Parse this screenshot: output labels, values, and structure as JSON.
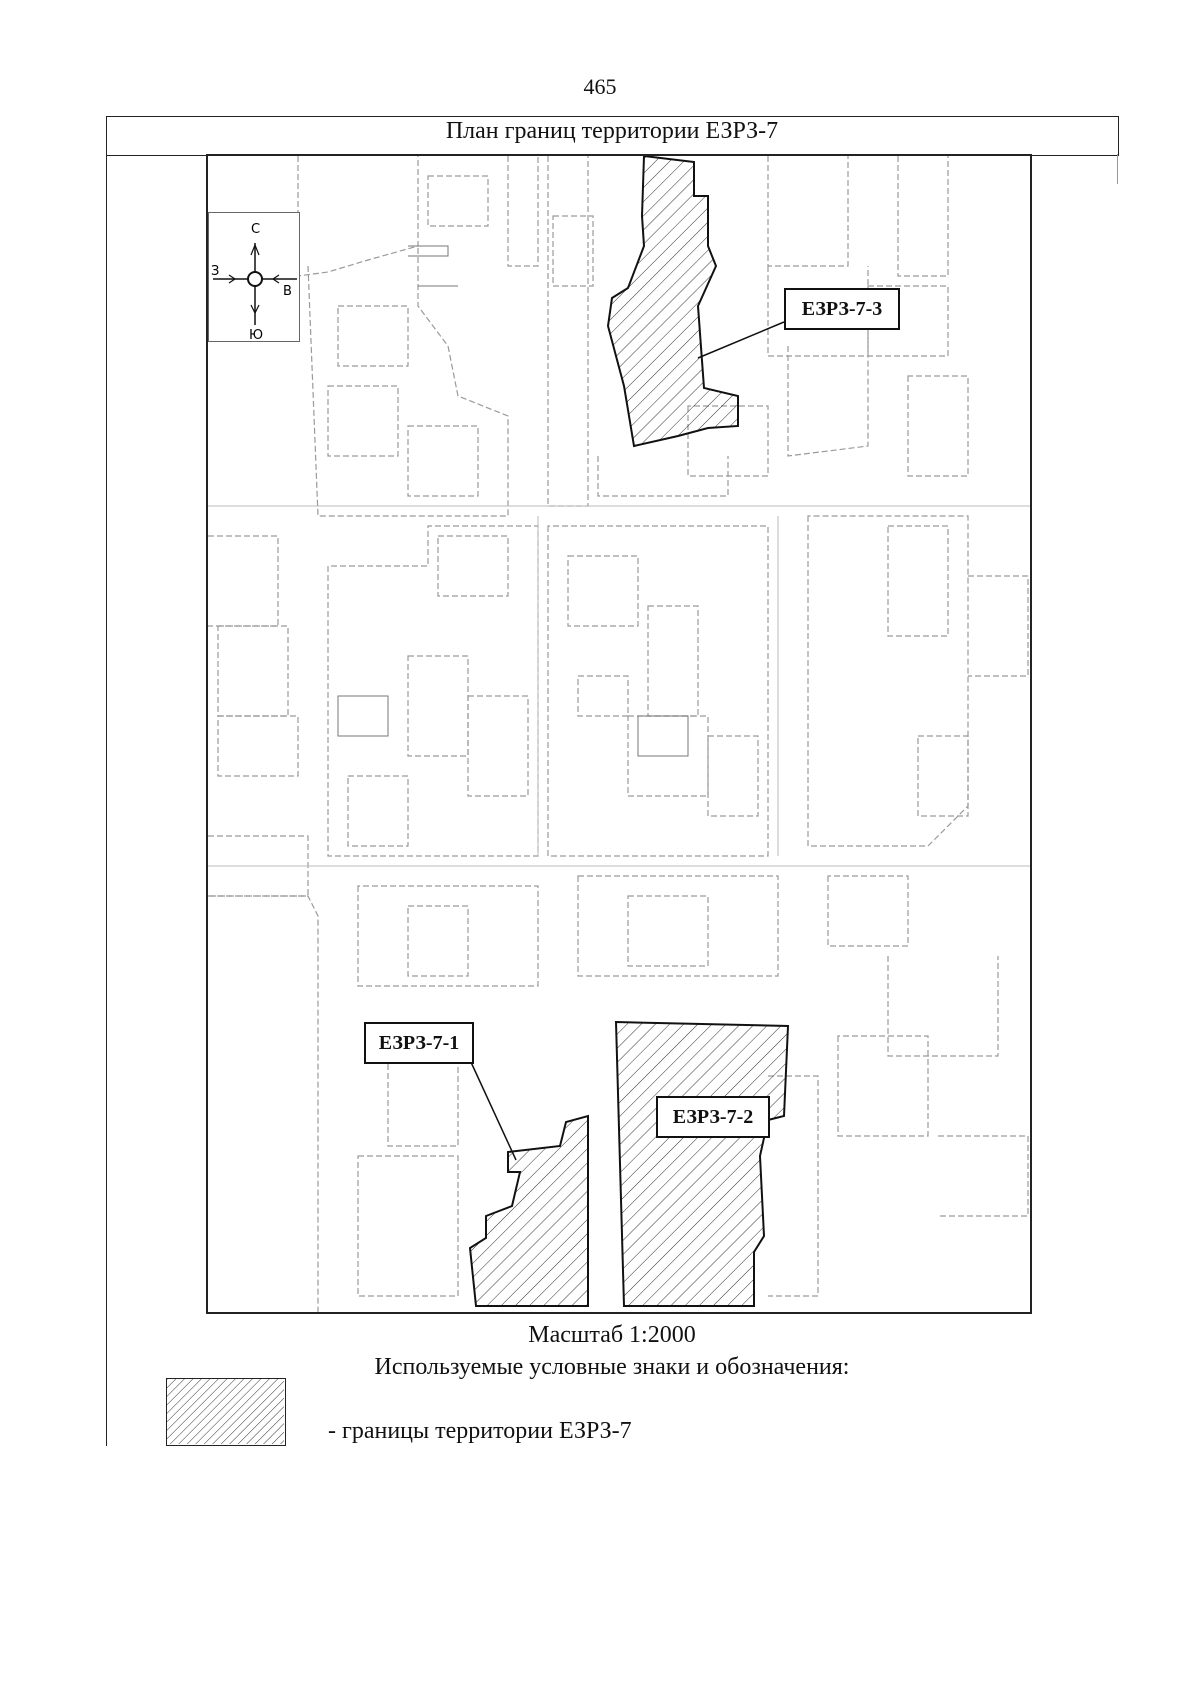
{
  "page_number": "465",
  "map_title": "План границ территории ЕЗРЗ-7",
  "compass": {
    "north": "С",
    "south": "Ю",
    "east": "В",
    "west": "З"
  },
  "zones": [
    {
      "id": "ЕЗРЗ-7-3",
      "label": "ЕЗРЗ-7-3"
    },
    {
      "id": "ЕЗРЗ-7-1",
      "label": "ЕЗРЗ-7-1"
    },
    {
      "id": "ЕЗРЗ-7-2",
      "label": "ЕЗРЗ-7-2"
    }
  ],
  "scale": "Масштаб 1:2000",
  "legend": {
    "title": "Используемые условные знаки и обозначения:",
    "items": [
      {
        "text": "- границы территории ЕЗРЗ-7"
      }
    ]
  },
  "colors": {
    "ink": "#111111",
    "hatch": "#333333",
    "parcel": "#9a9a9a"
  }
}
